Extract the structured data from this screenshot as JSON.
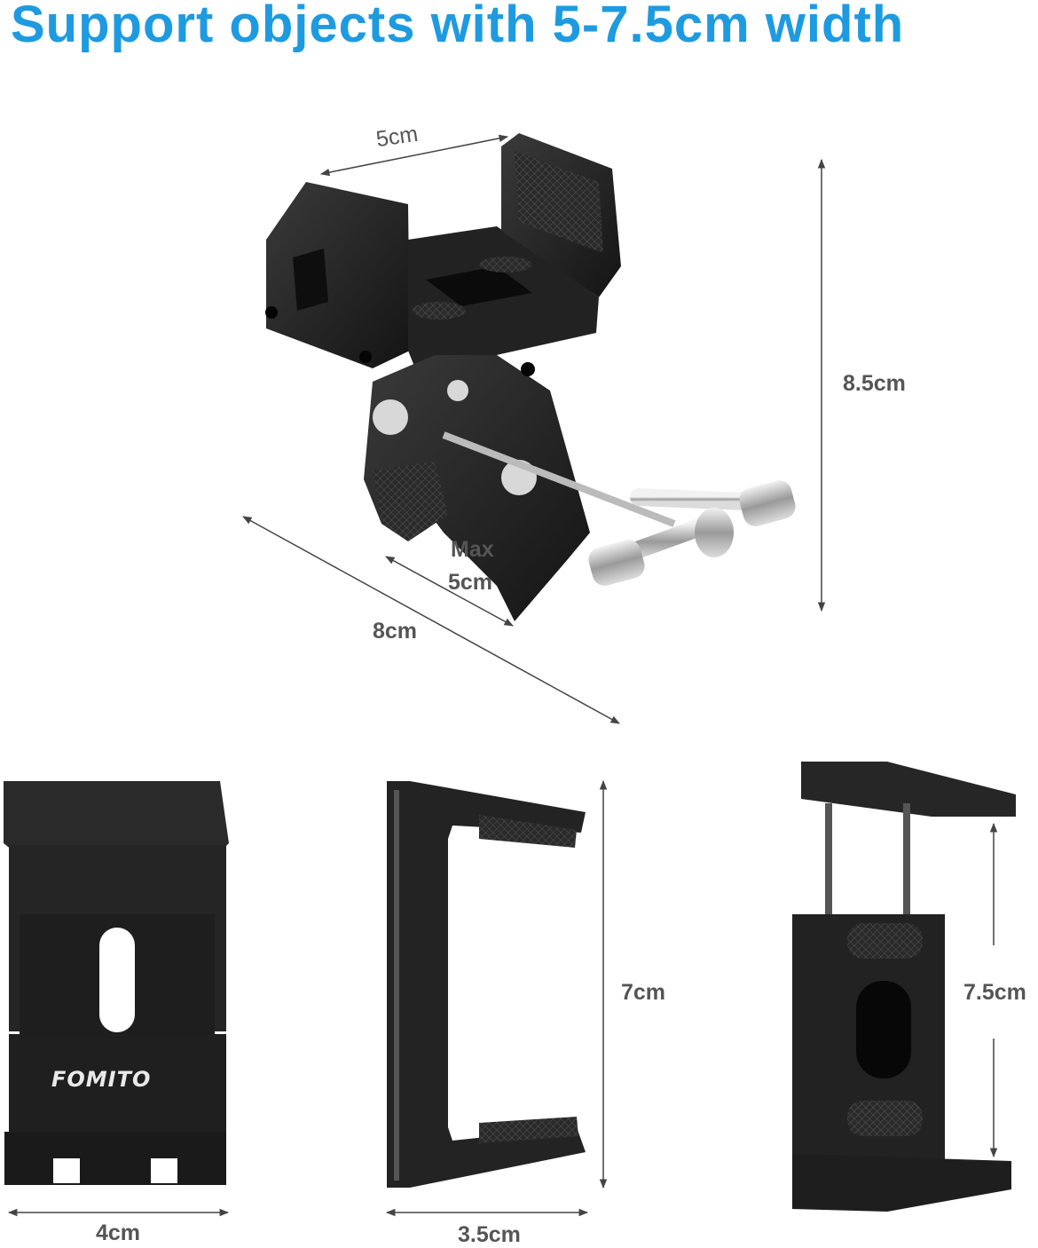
{
  "headline": "Support objects with 5-7.5cm width",
  "dimensions": {
    "top_width": "5cm",
    "height": "8.5cm",
    "clamp_max_line1": "Max",
    "clamp_max_line2": "5cm",
    "depth": "8cm",
    "front_width": "4cm",
    "side_height": "7cm",
    "side_width": "3.5cm",
    "open_height": "7.5cm"
  },
  "brand_mark": "FOMITO",
  "colors": {
    "headline": "#1e9be0",
    "dimension_text": "#555555",
    "product": "#1c1c1c"
  }
}
